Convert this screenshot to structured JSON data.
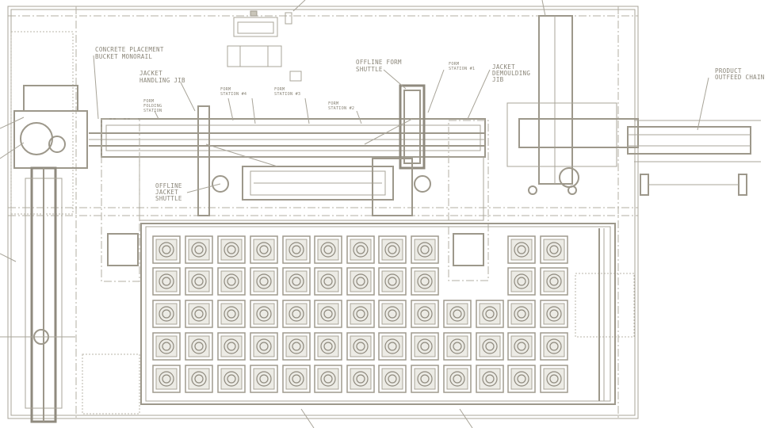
{
  "labels": {
    "concrete_monorail": [
      "CONCRETE PLACEMENT",
      "BUCKET MONORAIL"
    ],
    "jacket_handling_jib": [
      "JACKET",
      "HANDLING JIB"
    ],
    "form_folding_station": [
      "FORM",
      "FOLDING",
      "STATION"
    ],
    "form_station_4": [
      "FORM",
      "STATION #4"
    ],
    "form_station_3": [
      "FORM",
      "STATION #3"
    ],
    "form_station_2": [
      "FORM",
      "STATION #2"
    ],
    "form_station_1": [
      "FORM",
      "STATION #1"
    ],
    "offline_form_shuttle": [
      "OFFLINE FORM",
      "SHUTTLE"
    ],
    "jacket_demoulding_jib": [
      "JACKET",
      "DEMOULDING",
      "JIB"
    ],
    "product_outfeed_chain": [
      "PRODUCT",
      "OUTFEED CHAIN"
    ],
    "offline_jacket_shuttle": [
      "OFFLINE",
      "JACKET",
      "SHUTTLE"
    ]
  },
  "colors": {
    "line": "#a8a498",
    "text": "#8a8578",
    "background": "#ffffff"
  }
}
